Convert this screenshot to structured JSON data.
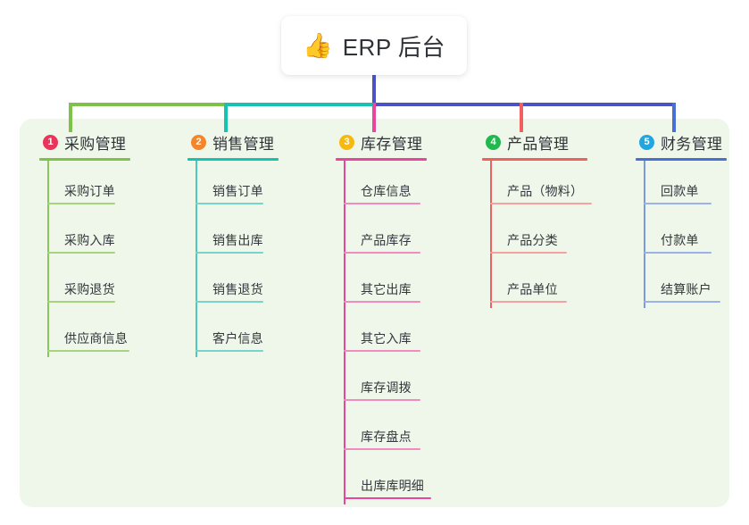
{
  "diagram": {
    "type": "mind-map",
    "title": "ERP 后台",
    "root": {
      "icon": "thumbs-up-icon",
      "icon_glyph": "👍",
      "label": "ERP 后台"
    },
    "canvas_color": "#eef7ea",
    "branches": [
      {
        "number": "1",
        "label": "采购管理",
        "badge_color": "#e8365a",
        "line_color": "#7ec24a",
        "items": [
          "采购订单",
          "采购入库",
          "采购退货",
          "供应商信息"
        ]
      },
      {
        "number": "2",
        "label": "销售管理",
        "badge_color": "#f5852a",
        "line_color": "#16c2b0",
        "items": [
          "销售订单",
          "销售出库",
          "销售退货",
          "客户信息"
        ]
      },
      {
        "number": "3",
        "label": "库存管理",
        "badge_color": "#f5b914",
        "line_color": "#e8459c",
        "items": [
          "仓库信息",
          "产品库存",
          "其它出库",
          "其它入库",
          "库存调拨",
          "库存盘点",
          "出库库明细"
        ]
      },
      {
        "number": "4",
        "label": "产品管理",
        "badge_color": "#21b84f",
        "line_color": "#f0605e",
        "items": [
          "产品（物料）",
          "产品分类",
          "产品单位"
        ]
      },
      {
        "number": "5",
        "label": "财务管理",
        "badge_color": "#22a6e0",
        "line_color": "#4a6fd4",
        "items": [
          "回款单",
          "付款单",
          "结算账户"
        ]
      }
    ],
    "trunk_color": "#4a52c4"
  }
}
